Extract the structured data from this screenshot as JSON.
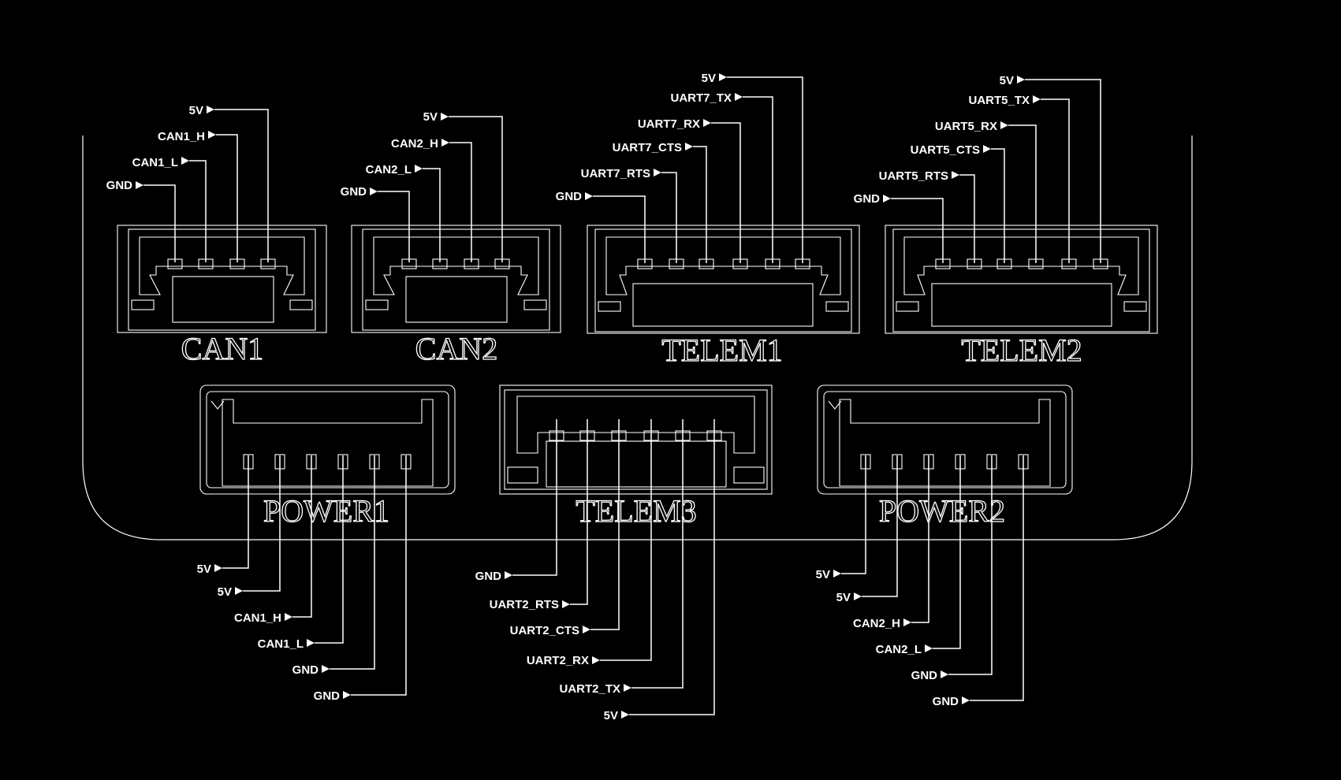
{
  "colors": {
    "background": "#000000",
    "line": "#ffffff"
  },
  "connectors": [
    {
      "id": "can1",
      "label": "CAN1",
      "style": "gh-top",
      "pins": [
        "GND",
        "CAN1_L",
        "CAN1_H",
        "5V"
      ]
    },
    {
      "id": "can2",
      "label": "CAN2",
      "style": "gh-top",
      "pins": [
        "GND",
        "CAN2_L",
        "CAN2_H",
        "5V"
      ]
    },
    {
      "id": "telem1",
      "label": "TELEM1",
      "style": "gh-top",
      "pins": [
        "GND",
        "UART7_RTS",
        "UART7_CTS",
        "UART7_RX",
        "UART7_TX",
        "5V"
      ]
    },
    {
      "id": "telem2",
      "label": "TELEM2",
      "style": "gh-top",
      "pins": [
        "GND",
        "UART5_RTS",
        "UART5_CTS",
        "UART5_RX",
        "UART5_TX",
        "5V"
      ]
    },
    {
      "id": "power1",
      "label": "POWER1",
      "style": "power-bottom",
      "pins": [
        "5V",
        "5V",
        "CAN1_H",
        "CAN1_L",
        "GND",
        "GND"
      ]
    },
    {
      "id": "telem3",
      "label": "TELEM3",
      "style": "gh-bottom",
      "pins": [
        "GND",
        "UART2_RTS",
        "UART2_CTS",
        "UART2_RX",
        "UART2_TX",
        "5V"
      ]
    },
    {
      "id": "power2",
      "label": "POWER2",
      "style": "power-bottom",
      "pins": [
        "5V",
        "5V",
        "CAN2_H",
        "CAN2_L",
        "GND",
        "GND"
      ]
    }
  ]
}
